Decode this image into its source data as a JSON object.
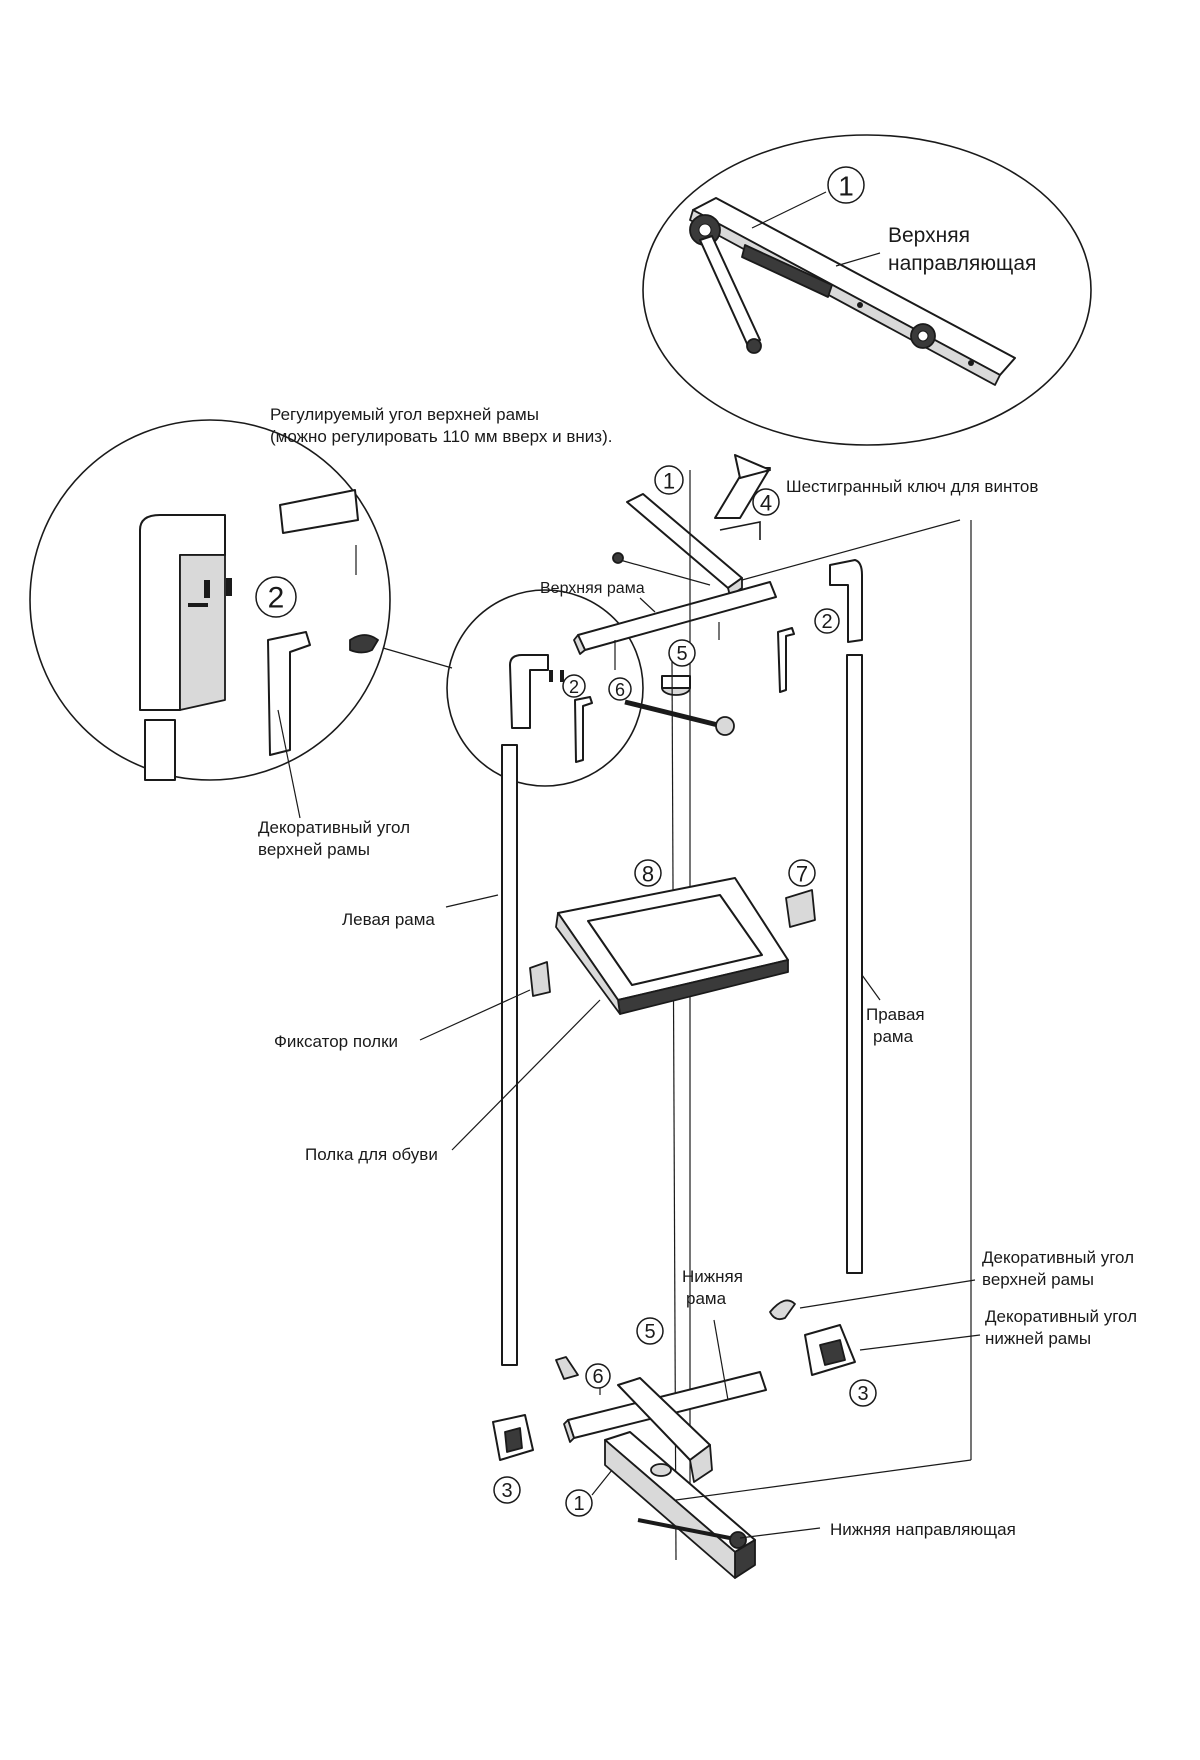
{
  "labels": {
    "top_guide": "Верхняя направляющая",
    "adjustable_corner_line1": "Регулируемый угол верхней рамы",
    "adjustable_corner_line2": "(можно регулировать 110 мм вверх и вниз).",
    "hex_key": "Шестигранный ключ для винтов",
    "top_frame": "Верхняя рама",
    "decor_top_corner_left": "Декоративный угол верхней рамы",
    "left_frame": "Левая рама",
    "shelf_latch": "Фиксатор полки",
    "shoe_shelf": "Полка для обуви",
    "right_frame": "Правая рама",
    "bottom_frame": "Нижняя рама",
    "decor_top_corner_right": "Декоративный угол верхней рамы",
    "decor_bottom_corner": "Декоративный угол нижней рамы",
    "bottom_guide": "Нижняя направляющая"
  },
  "callouts": {
    "n1": "1",
    "n2": "2",
    "n3": "3",
    "n4": "4",
    "n5": "5",
    "n6": "6",
    "n7": "7",
    "n8": "8"
  }
}
